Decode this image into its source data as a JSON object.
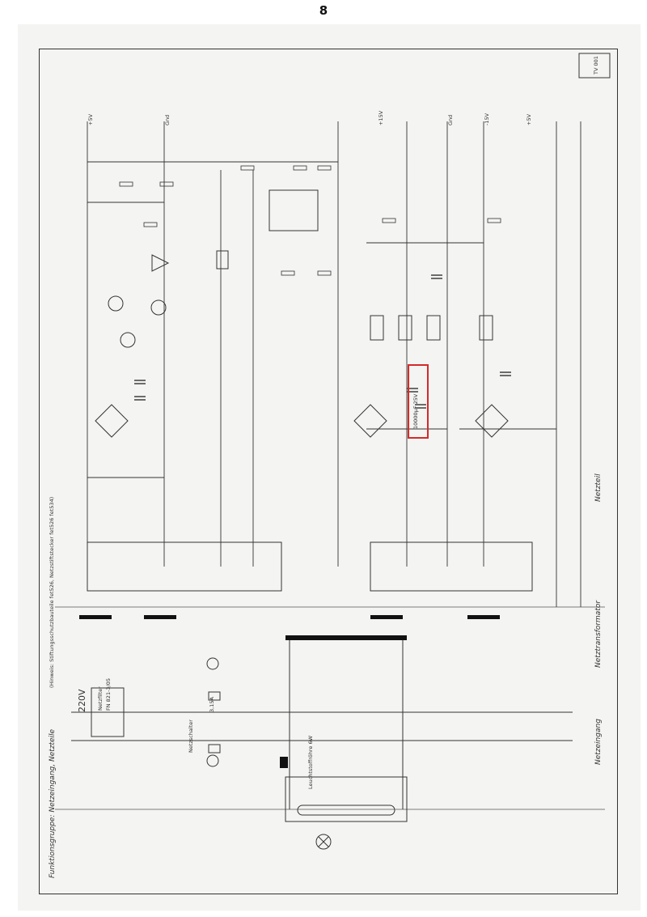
{
  "page": {
    "number": "8",
    "sheet_code": "TV 001"
  },
  "title_strip": {
    "function_group": "Funktionsgruppe: Netzeingang, Netzteile",
    "note": "(Hinweis: Stiftungsschutzbauteile fet526, Netzstiftstecker fet526 fet534)"
  },
  "sections": {
    "netzteil": "Netzteil",
    "netztransformator": "Netztransformator",
    "netzeingang": "Netzeingang"
  },
  "mains": {
    "voltage": "220V",
    "filter_name": "Netzfilter",
    "filter_type": "FN 821-3/05",
    "switch_label": "Netzschalter",
    "lamp_label": "Leuchtstoffröhre 6W",
    "fuse_label": "3,15A"
  },
  "highlight": {
    "color": "#d42a2a",
    "text": "10000µF 25V"
  },
  "rails": [
    "+5V",
    "Gnd",
    "+15V",
    "Gnd",
    "-15V",
    "+5V"
  ],
  "icons": [
    "rectifier-bridge-icon",
    "transistor-icon",
    "capacitor-icon",
    "lamp-icon"
  ]
}
